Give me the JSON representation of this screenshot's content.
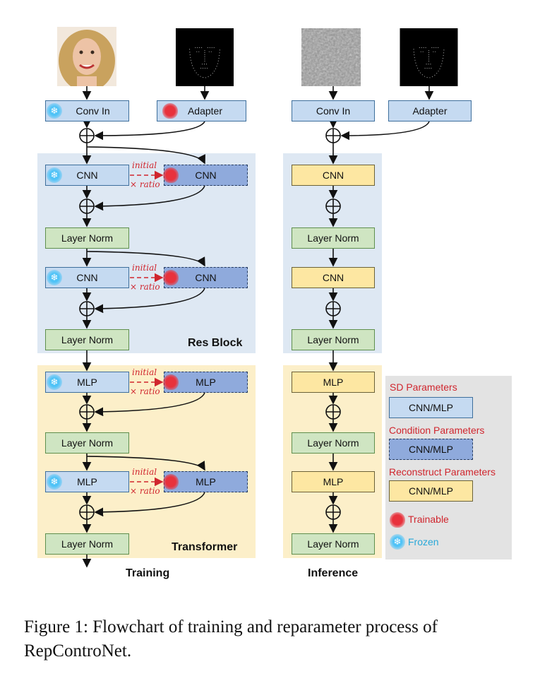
{
  "training": {
    "conv_in": "Conv In",
    "adapter": "Adapter",
    "cnn": "CNN",
    "mlp": "MLP",
    "layer_norm": "Layer Norm",
    "initial": "initial",
    "ratio": "× ratio",
    "res_block": "Res Block",
    "transformer": "Transformer",
    "label": "Training"
  },
  "inference": {
    "conv_in": "Conv In",
    "adapter": "Adapter",
    "cnn": "CNN",
    "mlp": "MLP",
    "layer_norm": "Layer Norm",
    "label": "Inference"
  },
  "legend": {
    "sd_params": "SD Parameters",
    "cond_params": "Condition Parameters",
    "recon_params": "Reconstruct Parameters",
    "box_label": "CNN/MLP",
    "trainable": "Trainable",
    "frozen": "Frozen"
  },
  "caption": {
    "line1": "Figure 1: Flowchart of training and reparameter process of",
    "line2": "RepControNet."
  },
  "colors": {
    "sd": "#c5daf1",
    "cond": "#8faadc",
    "recon": "#fde7a2",
    "layer_norm": "#cfe5c2",
    "res_block_bg": "#dee8f3",
    "transformer_bg": "#fcefc9",
    "legend_bg": "#e3e3e3",
    "accent_red": "#d0262e",
    "frozen_blue": "#29a8d8"
  }
}
